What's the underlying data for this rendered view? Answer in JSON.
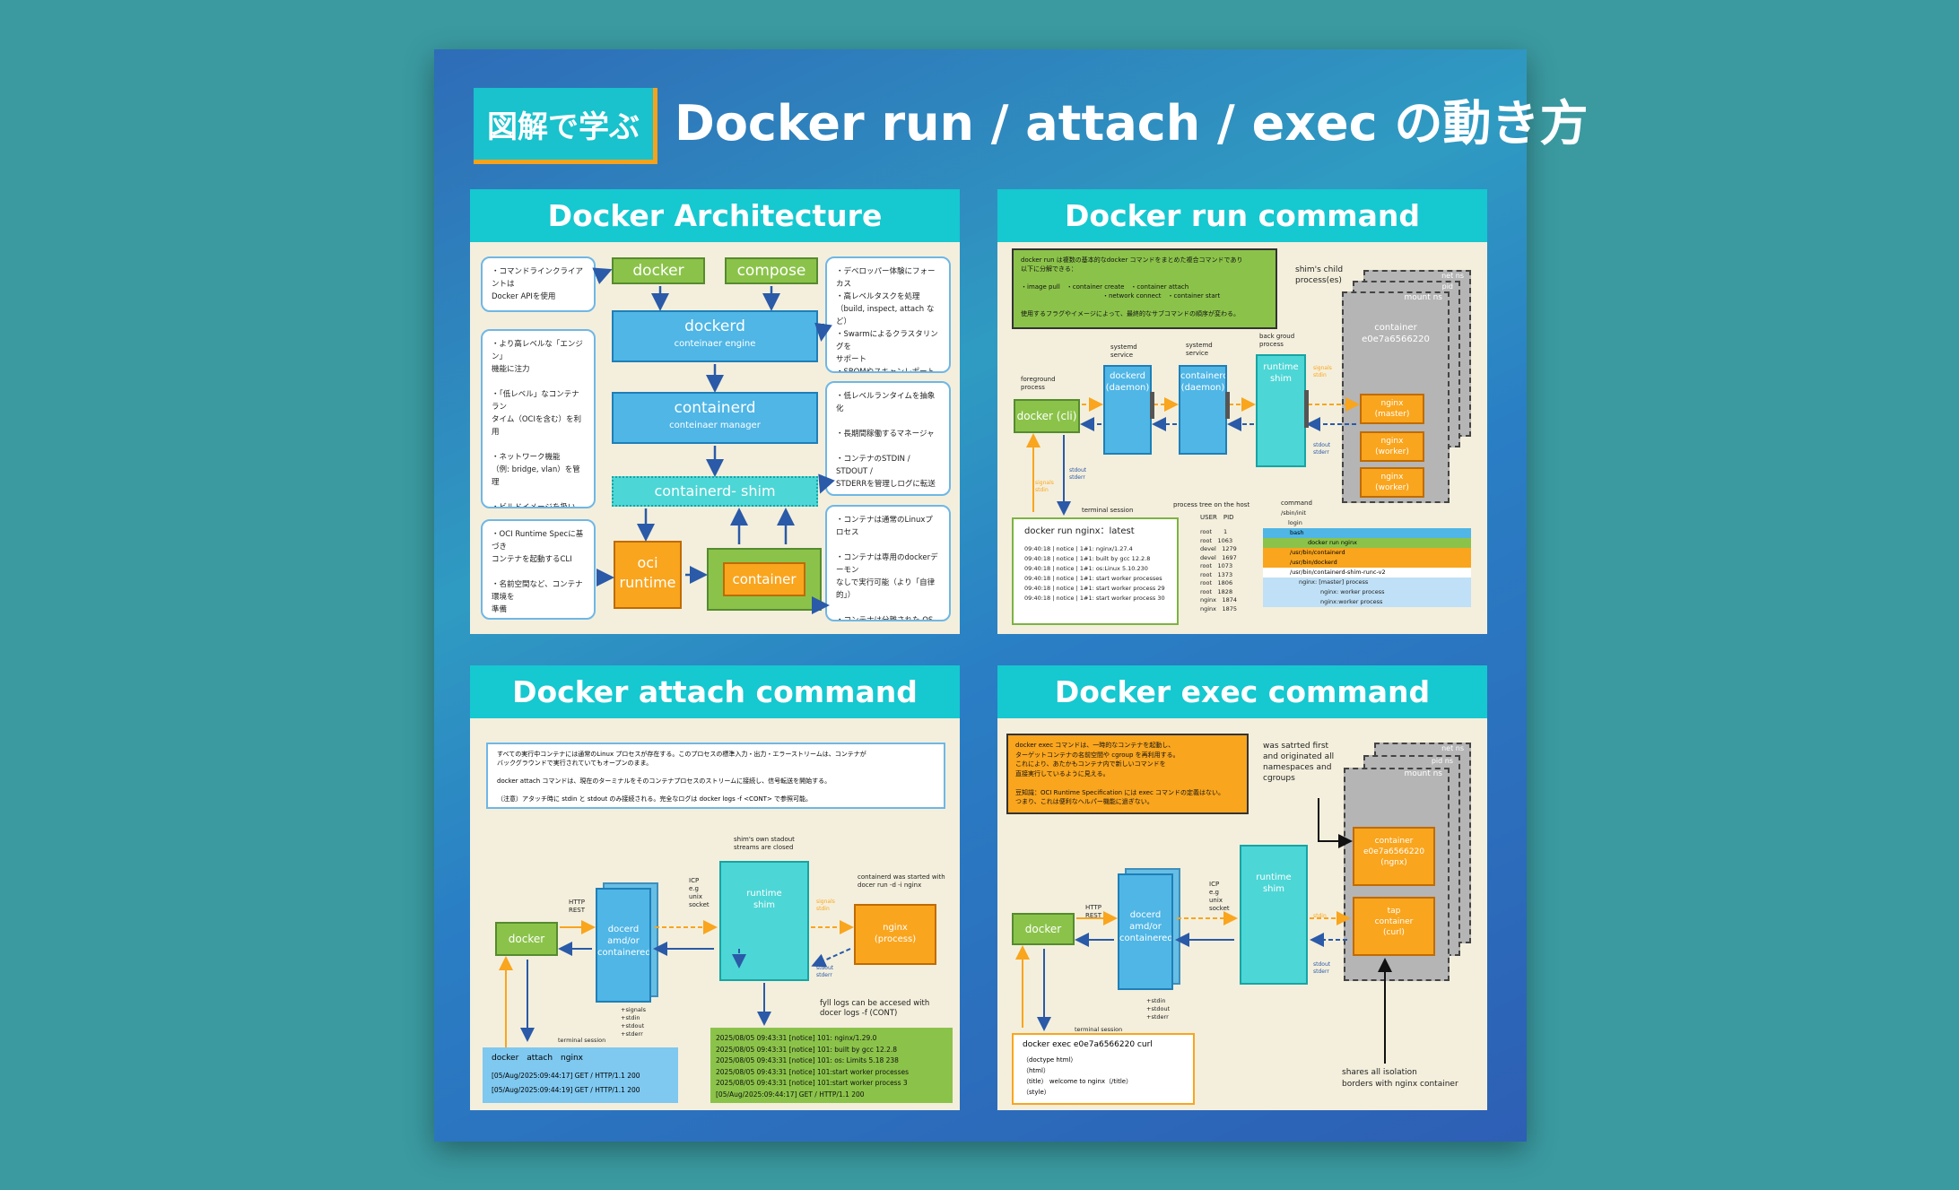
{
  "badge": "図解で学ぶ",
  "title": "Docker run / attach / exec の動き方",
  "colors": {
    "teal": "#16c8d0",
    "green": "#8bc34a",
    "blue": "#4fb6e6",
    "orange": "#f9a51e",
    "gray": "#b5b5b5"
  },
  "arch": {
    "heading": "Docker Architecture",
    "docker": "docker",
    "compose": "compose",
    "dockerd": "dockerd",
    "dockerd_sub": "conteinaer engine",
    "containerd": "containerd",
    "containerd_sub": "conteinaer manager",
    "shim": "containerd- shim",
    "oci_runtime": "oci\nruntime",
    "container": "container",
    "note_cli": "・コマンドラインクライアントは\nDocker APIを使用",
    "note_dockerd": "・デベロッパー体験にフォーカス\n・高レベルタスクを処理\n（build, inspect, attach など）\n・Swarmによるクラスタリングを\nサポート\n・SBOMやスキャンレポートの\n生成が可能\n・コンテナを「タスク」として扱う",
    "note_containerd": "・より高レベルな「エンジン」\n機能に注力\n\n・「低レベル」なコンテナラン\nタイム（OCIを含む）を利用\n\n・ネットワーク機能\n（例: bridge, vlan）を管理\n\n・ビルドイメージを扱い\nビルド用に利用可能",
    "note_shim": "・低レベルランタイムを抽象化\n\n・長期間稼働するマネージャ\n\n・コンテナのSTDIN / STDOUT /\nSTDERRを管理しログに転送\n\n・docker attach 機能をサポート",
    "note_oci": "・OCI Runtime Specに基づき\nコンテナを起動するCLI\n\n・名前空間など、コンテナ環境を\n準備\n\n・コンテナプロセスをfork/exec\nして起動し、その後終了",
    "note_container": "・コンテナは通常のLinuxプロセス\n\n・コンテナは専用のdockerデーモン\nなしで実行可能（より「自律的」）\n\n・コンテナは分離された OS 環境を\n提供（独自のネットワーク・\nプロセス・マウント・デバイスなど）"
  },
  "run": {
    "heading": "Docker run command",
    "intro": "docker run は複数の基本的なdocker コマンドをまとめた複合コマンドであり\n以下に分解できる：\n\n・image pull　・container create　・container attach\n　　　　　　　　　　　　　・network connect　・container start\n\n使用するフラグやイメージによって、最終的なサブコマンドの順序が変わる。",
    "children_label": "shim's child\nprocess(es)",
    "net_ns": "net ns",
    "pid_ns": "pid",
    "mount_ns": "mount ns",
    "container": "container\ne0e7a6566220",
    "nginx_master": "nginx\n(master)",
    "nginx_worker1": "nginx\n(worker)",
    "nginx_worker2": "nginx\n(worker)",
    "foreground": "foreground\nprocess",
    "docker_cli": "docker (cli)",
    "systemd1": "systemd\nservice",
    "systemd2": "systemd\nservice",
    "dockerd": "dockerd\n(daemon)",
    "containerd": "containerd\n(daemon)",
    "background": "back groud\nprocess",
    "runtime_shim": "runtime\nshim",
    "signals_stdin": "signals\nstdin",
    "stdout_stderr": "stdout\nstderr",
    "terminal": "terminal session",
    "log_cmd": "docker run nginx：latest",
    "log_lines": "09:40:18 | notice | 1#1: nginx/1.27.4\n09:40:18 | notice | 1#1: built by gcc 12.2.8\n09:40:18 | notice | 1#1: os:Linux 5.10.230\n09:40:18 | notice | 1#1: start worker processes\n09:40:18 | notice | 1#1: start worker process 29\n09:40:18 | notice | 1#1: start worker process 30",
    "ptree_title": "process tree on the host",
    "ptree_head": "USER　PID",
    "ptree_users": "root　　1\nroot　1063\ndevel　1279\ndevel　1697\nroot　1073\nroot　1373\nroot　1806\nroot　1828\nnginx　1874\nnginx　1875",
    "cmd_head": "command",
    "cmd_init": "/sbin/init",
    "cmd_login": "login",
    "cmd_bash": "bash",
    "cmd_run": "docker run nginx",
    "cmd_containerd": "/usr/bin/containerd",
    "cmd_dockerd": "/usr/bin/dockerd",
    "cmd_shim": "/usr/bin/containerd-shim-runc-v2",
    "cmd_master": "nginx: [master] process",
    "cmd_w1": "nginx: worker process",
    "cmd_w2": "nginx:worker process"
  },
  "attach": {
    "heading": "Docker attach command",
    "intro": "すべての実行中コンテナには通常のLinux プロセスが存在する。このプロセスの標準入力・出力・エラーストリームは、コンテナが\nバックグラウンドで実行されていてもオープンのまま。\n\ndocker attach コマンドは、現在のターミナルをそのコンテナプロセスのストリームに接続し、信号転送を開始する。\n\n（注意）アタッチ時に stdin と stdout のみ接続される。完全なログは docker logs -f <CONT> で参照可能。",
    "shim_note": "shim's own stadout\nstreams are closed",
    "cont_note": "containerd was started with\ndocer run -d -i nginx",
    "docker_cli": "docker (cli)",
    "http": "HTTP\nREST",
    "docerd": "docerd\namd/or\ncontainered",
    "icp": "ICP\ne.g\nunix\nsocket",
    "runtime_shim": "runtime\nshim",
    "nginx": "nginx\n(process)",
    "signals_stdin": "signals\nstdin",
    "stdout_stderr": "stdout\nstderr",
    "plus_list": "+signals\n+stdin\n+stdout\n+stderr",
    "terminal": "terminal session",
    "logs_note": "fyll logs can be accesed with\ndocer logs -f (CONT)",
    "attach_cmd": "docker　attach　nginx",
    "attach_lines": "[05/Aug/2025:09:44:17] GET / HTTP/1.1 200\n[05/Aug/2025:09:44:19] GET / HTTP/1.1 200",
    "log_lines": "2025/08/05 09:43:31 [notice] 101: nginx/1.29.0\n2025/08/05 09:43:31 [notice] 101: built by gcc 12.2.8\n2025/08/05 09:43:31 [notice] 101: os: Limits 5.18 238\n2025/08/05 09:43:31 [notice] 101:start worker processes\n2025/08/05 09:43:31 [notice] 101:start worker process 3\n[05/Aug/2025:09:44:17] GET / HTTP/1.1 200"
  },
  "exec": {
    "heading": "Docker exec command",
    "intro": "docker exec コマンドは、一時的なコンテナを起動し、\nターゲットコンテナの名前空間や cgroup を再利用する。\nこれにより、あたかもコンテナ内で新しいコマンドを\n直接実行しているように見える。\n\n豆知識：OCI Runtime Specification には exec コマンドの定義はない。\nつまり、これは便利なヘルパー機能に過ぎない。",
    "first_note": "was satrted first\nand originated all\nnamespaces and\ncgroups",
    "net_ns": "net ns",
    "pid_ns": "pid ns",
    "mount_ns": "mount ns",
    "container": "container\ne0e7a6566220\n(ngnx)",
    "tap": "tap\ncontainer\n(curl)",
    "docker_cli": "docker (cli)",
    "http": "HTTP\nREST",
    "docerd": "docerd\namd/or\ncontainered",
    "icp": "ICP\ne.g\nunix\nsocket",
    "runtime_shim": "runtime\nshim",
    "stdin": "stdin",
    "stdout_stderr": "stdout\nstderr",
    "plus_list": "+stdin\n+stdout\n+stderr",
    "terminal": "terminal session",
    "exec_cmd": "docker exec e0e7a6566220 curl",
    "exec_lines": "（doctype html）\n（html）\n（title） welcome to nginx（/title）\n（style）",
    "shares_note": "shares all isolation\nborders with nginx container"
  }
}
